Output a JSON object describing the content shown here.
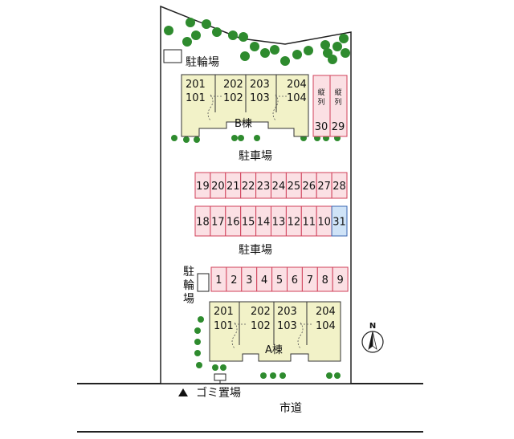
{
  "labels": {
    "bicycle_parking": "駐輪場",
    "bicycle_parking_vertical": [
      "駐",
      "輪",
      "場"
    ],
    "parking_lot": "駐車場",
    "building_a": "A棟",
    "building_b": "B棟",
    "garbage": "ゴミ置場",
    "road": "市道",
    "north": "N",
    "vertical_row": [
      "縦",
      "列"
    ]
  },
  "building_b": {
    "upper": [
      "201",
      "202",
      "203",
      "204"
    ],
    "lower": [
      "101",
      "102",
      "103",
      "104"
    ]
  },
  "building_a": {
    "upper": [
      "201",
      "202",
      "203",
      "204"
    ],
    "lower": [
      "101",
      "102",
      "103",
      "104"
    ]
  },
  "parking": {
    "row_top": [
      "19",
      "20",
      "21",
      "22",
      "23",
      "24",
      "25",
      "26",
      "27",
      "28"
    ],
    "row_bottom": [
      "18",
      "17",
      "16",
      "15",
      "14",
      "13",
      "12",
      "11",
      "10",
      "31"
    ],
    "row_front": [
      "1",
      "2",
      "3",
      "4",
      "5",
      "6",
      "7",
      "8",
      "9"
    ],
    "vertical": [
      "30",
      "29"
    ],
    "highlight_slot": "31"
  },
  "colors": {
    "site_outline": "#222222",
    "building_fill": "#f2f2c8",
    "parking_fill": "#fbe0e4",
    "parking_stroke": "#d0405a",
    "highlight_fill": "#cfe3f7",
    "highlight_stroke": "#3a66b0",
    "tree": "#2e8b2e"
  }
}
